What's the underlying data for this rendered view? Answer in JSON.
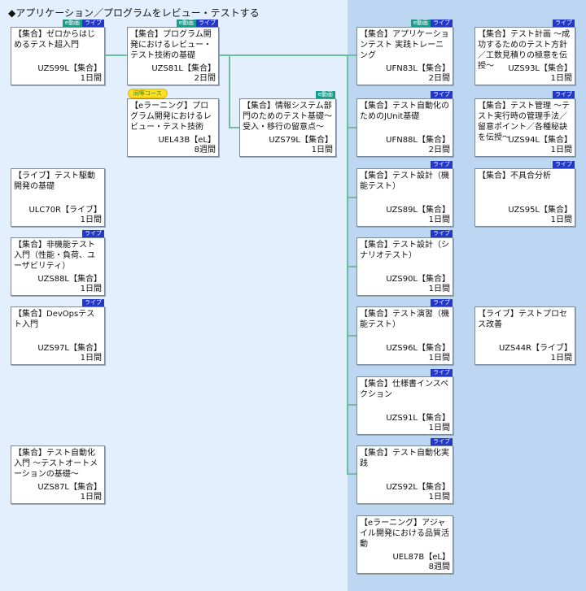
{
  "title": "◆アプリケーション／プログラムをレビュー・テストする",
  "badge_labels": {
    "e": "e動画",
    "live": "ライブ",
    "same": "同等コース"
  },
  "colors": {
    "line": "#6dbf9a",
    "badge_e": "#1a9b8c",
    "badge_live": "#2438c8",
    "same_badge": "#ffdd22"
  },
  "courses": [
    {
      "title": "【集合】ゼロからはじめるテスト超入門",
      "code": "UZS99L【集合】",
      "duration": "1日間",
      "badges": [
        "e",
        "live"
      ]
    },
    {
      "title": "【ライブ】テスト駆動開発の基礎",
      "code": "ULC70R【ライブ】",
      "duration": "1日間",
      "badges": []
    },
    {
      "title": "【集合】非機能テスト入門（性能・負荷、ユーザビリティ）",
      "code": "UZS88L【集合】",
      "duration": "1日間",
      "badges": [
        "live"
      ]
    },
    {
      "title": "【集合】DevOpsテスト入門",
      "code": "UZS97L【集合】",
      "duration": "1日間",
      "badges": [
        "live"
      ]
    },
    {
      "title": "【集合】テスト自動化入門 ～テストオートメーションの基礎～",
      "code": "UZS87L【集合】",
      "duration": "1日間",
      "badges": []
    },
    {
      "title": "【集合】プログラム開発におけるレビュー・テスト技術の基礎",
      "code": "UZS81L【集合】",
      "duration": "2日間",
      "badges": [
        "e",
        "live"
      ]
    },
    {
      "title": "【eラーニング】プログラム開発におけるレビュー・テスト技術",
      "code": "UEL43B【eL】",
      "duration": "8週間",
      "badges": [],
      "same": true
    },
    {
      "title": "【集合】情報システム部門のためのテスト基礎～受入・移行の留意点～",
      "code": "UZS79L【集合】",
      "duration": "1日間",
      "badges": [
        "e"
      ]
    },
    {
      "title": "【集合】アプリケーションテスト 実践トレーニング",
      "code": "UFN83L【集合】",
      "duration": "2日間",
      "badges": [
        "e",
        "live"
      ]
    },
    {
      "title": "【集合】テスト自動化のためのJUnit基礎",
      "code": "UFN88L【集合】",
      "duration": "2日間",
      "badges": [
        "live"
      ]
    },
    {
      "title": "【集合】テスト設計（機能テスト）",
      "code": "UZS89L【集合】",
      "duration": "1日間",
      "badges": [
        "live"
      ]
    },
    {
      "title": "【集合】テスト設計（シナリオテスト）",
      "code": "UZS90L【集合】",
      "duration": "1日間",
      "badges": [
        "live"
      ]
    },
    {
      "title": "【集合】テスト演習（機能テスト）",
      "code": "UZS96L【集合】",
      "duration": "1日間",
      "badges": [
        "live"
      ]
    },
    {
      "title": "【集合】仕様書インスペクション",
      "code": "UZS91L【集合】",
      "duration": "1日間",
      "badges": [
        "live"
      ]
    },
    {
      "title": "【集合】テスト自動化実践",
      "code": "UZS92L【集合】",
      "duration": "1日間",
      "badges": [
        "live"
      ]
    },
    {
      "title": "【eラーニング】アジャイル開発における品質活動",
      "code": "UEL87B【eL】",
      "duration": "8週間",
      "badges": []
    },
    {
      "title": "【集合】テスト計画 ～成功するためのテスト方針／工数見積りの極意を伝授～",
      "code": "UZS93L【集合】",
      "duration": "1日間",
      "badges": [
        "live"
      ]
    },
    {
      "title": "【集合】テスト管理 ～テスト実行時の管理手法／留意ポイント／各種秘訣を伝授～",
      "code": "UZS94L【集合】",
      "duration": "1日間",
      "badges": [
        "live"
      ]
    },
    {
      "title": "【集合】不具合分析",
      "code": "UZS95L【集合】",
      "duration": "1日間",
      "badges": [
        "live"
      ]
    },
    {
      "title": "【ライブ】テストプロセス改善",
      "code": "UZS44R【ライブ】",
      "duration": "1日間",
      "badges": []
    }
  ]
}
